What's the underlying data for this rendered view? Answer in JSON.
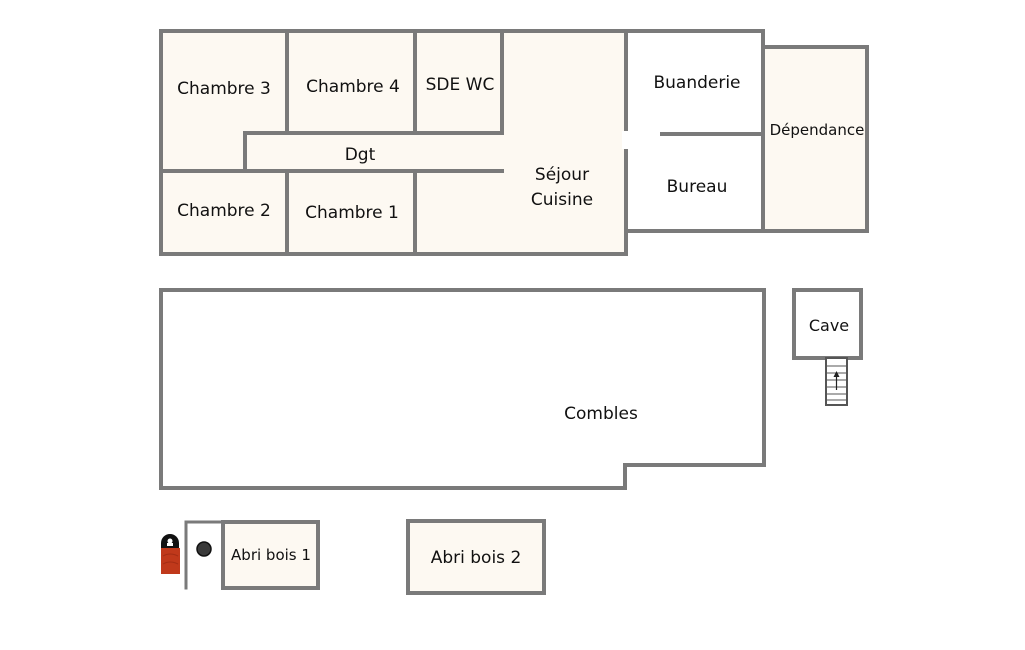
{
  "colors": {
    "wall": "#7a7a7a",
    "room_beige": "#fdf9f2",
    "room_white": "#ffffff",
    "text": "#111111",
    "lock_top": "#111111",
    "lock_body": "#c0391b"
  },
  "rooms": {
    "chambre3": "Chambre 3",
    "chambre4": "Chambre 4",
    "sde_wc": "SDE WC",
    "dgt": "Dgt",
    "sejour_line1": "Séjour",
    "sejour_line2": "Cuisine",
    "chambre2": "Chambre 2",
    "chambre1": "Chambre 1",
    "buanderie": "Buanderie",
    "bureau": "Bureau",
    "dependance": "Dépendance",
    "combles": "Combles",
    "cave": "Cave",
    "abri_bois_1": "Abri bois 1",
    "abri_bois_2": "Abri bois 2"
  },
  "icons": {
    "lock": "padlock-icon",
    "meter": "round-meter-icon",
    "stairs": "staircase-icon"
  }
}
